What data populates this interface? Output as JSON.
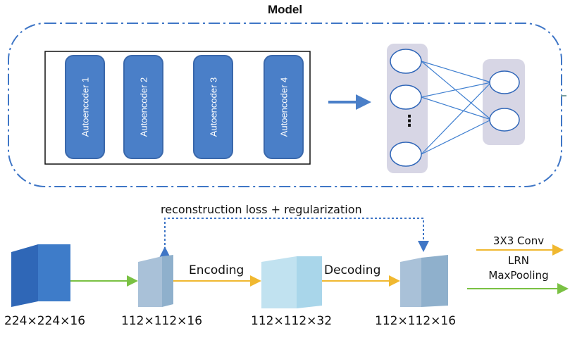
{
  "title": "Model",
  "autoencoders": [
    "Autoencoder 1",
    "Autoencoder 2",
    "Autoencoder 3",
    "Autoencoder 4"
  ],
  "nn_ellipsis": "⋮",
  "loss_label": "reconstruction loss + regularization",
  "flow": {
    "encoding": "Encoding",
    "decoding": "Decoding",
    "shapes": [
      "224×224×16",
      "112×112×16",
      "112×112×32",
      "112×112×16"
    ]
  },
  "legend": {
    "conv": "3X3 Conv",
    "lrn": "LRN",
    "pool": "MaxPooling"
  },
  "colors": {
    "dash_border": "#3f76c6",
    "autoencoder_fill": "#4a7fc8",
    "nn_panel": "#d7d6e5",
    "nn_line": "#3f7fd0",
    "arrow_blue": "#4a7fc8",
    "orange_arrow": "#f0b830",
    "green_arrow": "#7ac143",
    "loss_dotted": "#3f76c6"
  }
}
